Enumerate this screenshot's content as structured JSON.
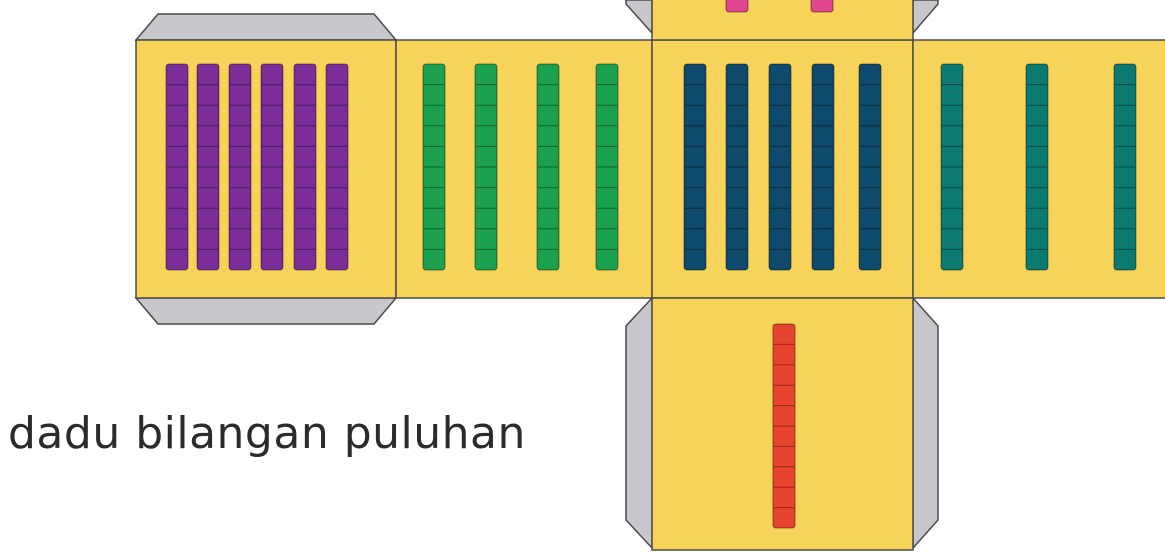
{
  "caption": "dadu bilangan puluhan",
  "colors": {
    "face": "#f7d35a",
    "tab": "#c8c8cc",
    "outline": "#4a4a4a",
    "purple": "#7b2d9a",
    "green": "#1aa04e",
    "navy": "#0d4a6b",
    "teal": "#0b7a70",
    "red": "#e8432e",
    "pink": "#e0458f"
  },
  "faces": [
    {
      "name": "face-purple",
      "rods": 6,
      "color": "purple"
    },
    {
      "name": "face-green",
      "rods": 4,
      "color": "green"
    },
    {
      "name": "face-navy",
      "rods": 5,
      "color": "navy"
    },
    {
      "name": "face-teal",
      "rods": 3,
      "color": "teal"
    },
    {
      "name": "face-red",
      "rods": 1,
      "color": "red"
    },
    {
      "name": "face-pink",
      "rods": 2,
      "color": "pink"
    }
  ]
}
